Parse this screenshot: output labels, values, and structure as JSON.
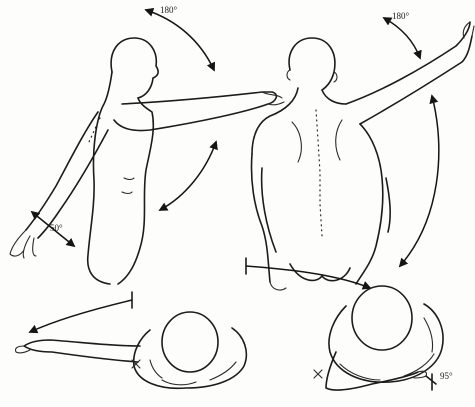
{
  "labels": {
    "front_flexion": "180°",
    "rear_abduction": "180°",
    "side_extension": "50°",
    "top_rotation": "95°"
  },
  "colors": {
    "ink": "#1c1c1c",
    "paper": "#fdfdfb"
  }
}
